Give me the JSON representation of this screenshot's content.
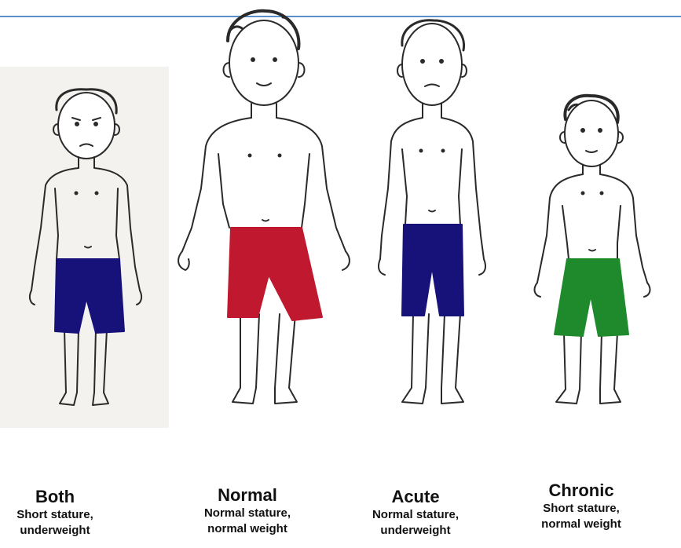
{
  "colors": {
    "rule": "#5b8fc7",
    "outline": "#2a2a2a",
    "blue_shorts": "#16127a",
    "red_shorts": "#c0182f",
    "green_shorts": "#1f8a2c"
  },
  "figures": [
    {
      "key": "both",
      "title": "Both",
      "line1": "Short stature,",
      "line2": "underweight",
      "shorts_color": "#16127a"
    },
    {
      "key": "normal",
      "title": "Normal",
      "line1": "Normal stature,",
      "line2": "normal weight",
      "shorts_color": "#c0182f"
    },
    {
      "key": "acute",
      "title": "Acute",
      "line1": "Normal stature,",
      "line2": "underweight",
      "shorts_color": "#16127a"
    },
    {
      "key": "chronic",
      "title": "Chronic",
      "line1": "Short stature,",
      "line2": "normal weight",
      "shorts_color": "#1f8a2c"
    }
  ]
}
